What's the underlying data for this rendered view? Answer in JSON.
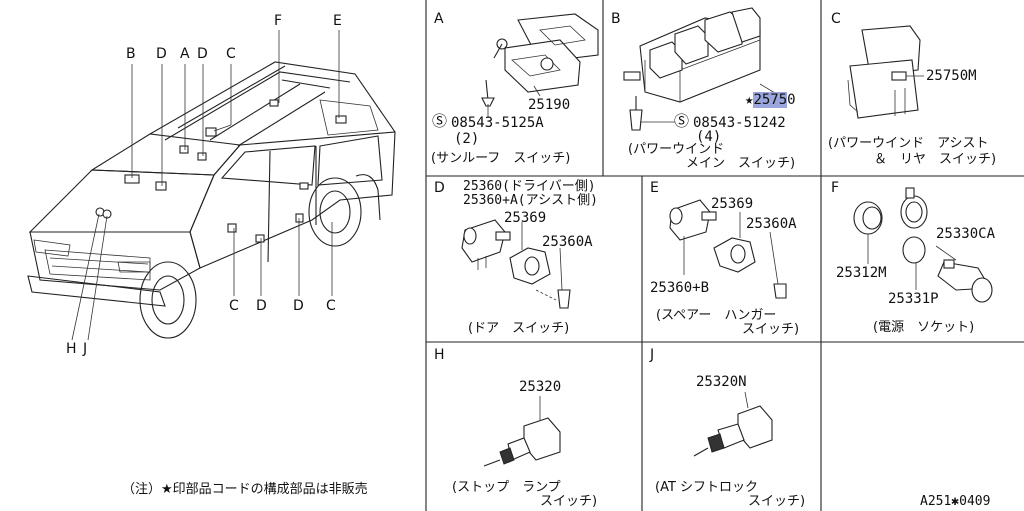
{
  "vehicle_labels": {
    "B": "B",
    "D1": "D",
    "A": "A",
    "D2": "D",
    "C1": "C",
    "F": "F",
    "E": "E",
    "C2": "C",
    "D3": "D",
    "D4": "D",
    "C3": "C",
    "H": "H",
    "J": "J"
  },
  "note": "（注）★印部品コードの構成部品は非販売",
  "figure_code": "A251✱0409",
  "panels": {
    "A": {
      "letter": "A",
      "part": "25190",
      "screw_code": "08543-5125A",
      "screw_qty": "(2)",
      "caption": "(サンルーフ　スイッチ)"
    },
    "B": {
      "letter": "B",
      "part_star": "★",
      "part_hl": "2575",
      "part_rest": "0",
      "screw_code": "08543-51242",
      "screw_qty": "(4)",
      "caption1": "(パワーウインド",
      "caption2": "メイン　スイッチ)"
    },
    "C": {
      "letter": "C",
      "part": "25750M",
      "caption1": "(パワーウインド　アシスト",
      "caption2": "＆　リヤ　スイッチ)"
    },
    "D": {
      "letter": "D",
      "part1": "25360(ドライバー側)",
      "part2": "25360+A(アシスト側)",
      "part3": "25369",
      "part4": "25360A",
      "caption": "(ドア　スイッチ)"
    },
    "E": {
      "letter": "E",
      "part1": "25369",
      "part2": "25360A",
      "part3": "25360+B",
      "caption1": "(スペアー　ハンガー",
      "caption2": "スイッチ)"
    },
    "F": {
      "letter": "F",
      "part1": "25330CA",
      "part2": "25312M",
      "part3": "25331P",
      "caption": "(電源　ソケット)"
    },
    "H": {
      "letter": "H",
      "part": "25320",
      "caption1": "(ストップ　ランプ",
      "caption2": "スイッチ)"
    },
    "J": {
      "letter": "J",
      "part": "25320N",
      "caption1": "(AT シフトロック",
      "caption2": "スイッチ)"
    }
  }
}
